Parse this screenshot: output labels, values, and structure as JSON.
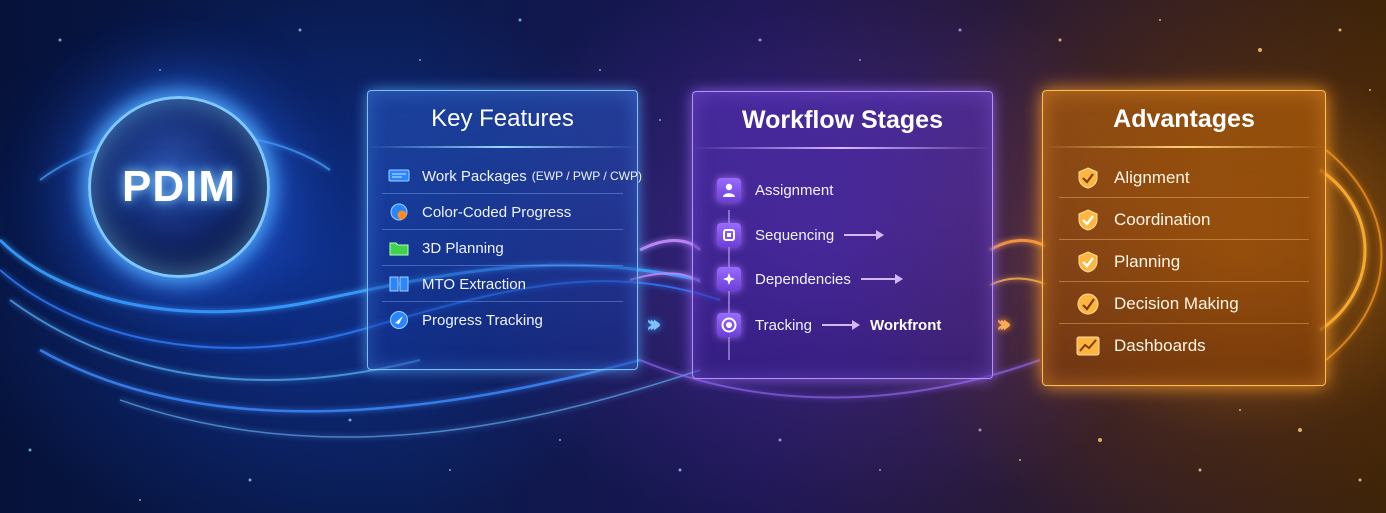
{
  "logo": {
    "title": "PDIM"
  },
  "key_features": {
    "title": "Key Features",
    "items": [
      {
        "label": "Work Packages",
        "suffix": "(EWP / PWP / CWP)",
        "icon": "monitor-icon"
      },
      {
        "label": "Color-Coded Progress",
        "icon": "globe-icon"
      },
      {
        "label": "3D Planning",
        "icon": "folder-icon"
      },
      {
        "label": "MTO Extraction",
        "icon": "book-icon"
      },
      {
        "label": "Progress Tracking",
        "icon": "compass-icon"
      }
    ]
  },
  "workflow_stages": {
    "title": "Workflow Stages",
    "items": [
      {
        "label": "Assignment",
        "icon": "person-icon"
      },
      {
        "label": "Sequencing",
        "icon": "sequence-icon"
      },
      {
        "label": "Dependencies",
        "icon": "dependency-icon"
      },
      {
        "label": "Tracking",
        "target": "Workfront",
        "icon": "target-icon"
      }
    ]
  },
  "advantages": {
    "title": "Advantages",
    "items": [
      {
        "label": "Alignment",
        "icon": "shield-icon"
      },
      {
        "label": "Coordination",
        "icon": "check-badge-icon"
      },
      {
        "label": "Planning",
        "icon": "check-badge-icon"
      },
      {
        "label": "Decision Making",
        "icon": "gauge-icon"
      },
      {
        "label": "Dashboards",
        "icon": "chart-icon"
      }
    ]
  },
  "colors": {
    "blue": "#2f8bff",
    "purple": "#9a6bff",
    "orange": "#ffa528"
  }
}
